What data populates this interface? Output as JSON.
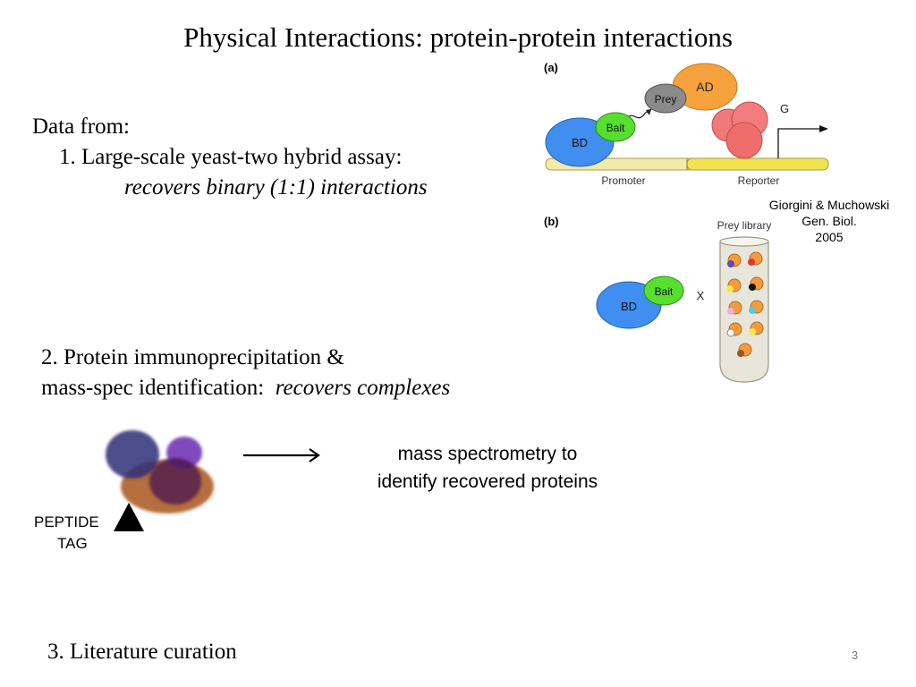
{
  "slide": {
    "title": "Physical Interactions:  protein-protein interactions",
    "page_number": "3"
  },
  "section1": {
    "heading": "Data from:",
    "item": "1.  Large-scale yeast-two hybrid assay:",
    "detail": "recovers binary (1:1) interactions"
  },
  "figure": {
    "panel_a": "(a)",
    "panel_b": "(b)",
    "labels": {
      "ad": "AD",
      "prey": "Prey",
      "bait": "Bait",
      "bd": "BD",
      "g": "G",
      "promoter": "Promoter",
      "reporter": "Reporter",
      "prey_library": "Prey library",
      "x": "X"
    },
    "citation": {
      "line1": "Giorgini & Muchowski",
      "line2": "Gen. Biol.",
      "line3": "2005"
    }
  },
  "section2": {
    "line1": "2. Protein immunoprecipitation &",
    "line2_prefix": "mass-spec identification:",
    "line2_italic": "recovers complexes"
  },
  "ms_diagram": {
    "tag_line1": "PEPTIDE",
    "tag_line2": "TAG",
    "caption_line1": "mass spectrometry to",
    "caption_line2": "identify recovered proteins"
  },
  "section3": {
    "item": "3.  Literature curation"
  }
}
